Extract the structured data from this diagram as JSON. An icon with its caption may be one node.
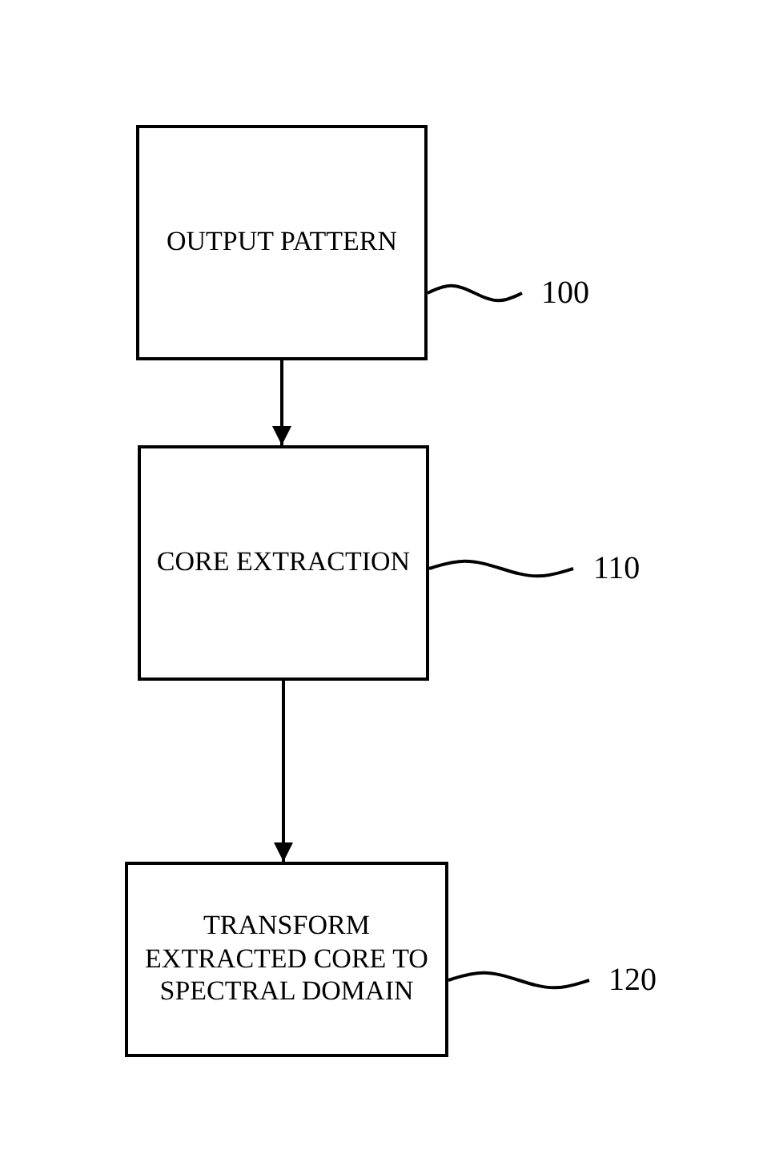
{
  "diagram": {
    "nodes": [
      {
        "text": [
          "OUTPUT PATTERN"
        ]
      },
      {
        "text": [
          "CORE EXTRACTION"
        ]
      },
      {
        "text": [
          "TRANSFORM EXTRACTED CORE TO SPECTRAL DOMAIN"
        ]
      },
      {
        "text": [
          "100"
        ]
      },
      {
        "text": [
          "110"
        ]
      },
      {
        "text": [
          "120"
        ]
      }
    ],
    "edges": [
      {
        "from": 0,
        "to": 1,
        "arrow": "to"
      },
      {
        "from": 1,
        "to": 2,
        "arrow": "to"
      },
      {
        "from": 3,
        "to": 0,
        "arrow": "none"
      },
      {
        "from": 4,
        "to": 1,
        "arrow": "none"
      },
      {
        "from": 5,
        "to": 2,
        "arrow": "none"
      }
    ]
  }
}
